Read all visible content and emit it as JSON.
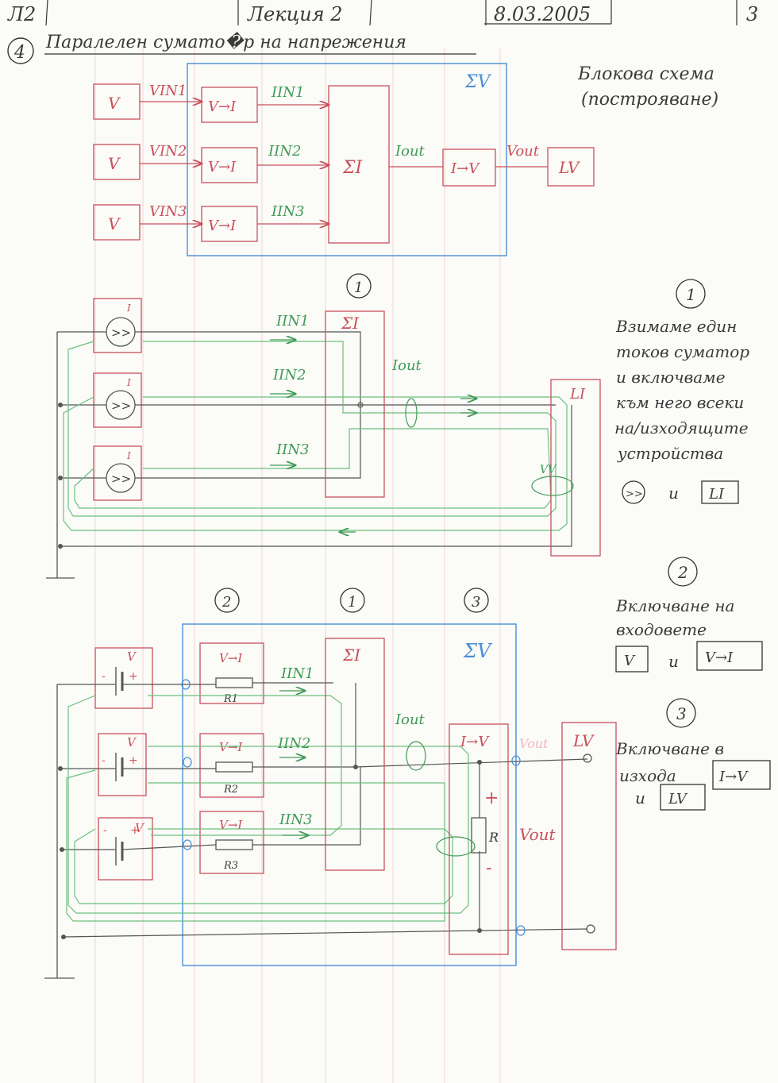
{
  "header": {
    "page_left": "Л2",
    "lecture": "Лекция 2",
    "date": "8.03.2005",
    "page_num": "3"
  },
  "title": {
    "number": "4",
    "text": "Паралелен сумато�р на напрежения"
  },
  "block_scheme_note": [
    "Блокова схема",
    "(построяване)"
  ],
  "diagram1": {
    "sigma_v": "ΣV",
    "sources": [
      "V",
      "V",
      "V"
    ],
    "inputs": [
      "VIN1",
      "VIN2",
      "VIN3"
    ],
    "converters": [
      "V→I",
      "V→I",
      "V→I"
    ],
    "currents": [
      "IIN1",
      "IIN2",
      "IIN3"
    ],
    "summer": "ΣI",
    "iout": "Iout",
    "out_conv": "I→V",
    "vout": "Vout",
    "load": "LV"
  },
  "diagram2": {
    "circle": "1",
    "src_tag": "I",
    "src_sym": ">>",
    "currents": [
      "IIN1",
      "IIN2",
      "IIN3"
    ],
    "summer": "ΣI",
    "iout": "Iout",
    "load": "LI",
    "vv": "VV"
  },
  "note1": {
    "num": "1",
    "lines": [
      "Взимаме един",
      "токов суматор",
      "и включваме",
      "към него всеки",
      "на/изходящите",
      "устройства"
    ],
    "sym1": ">>",
    "conj": "и",
    "sym2": "LI"
  },
  "diagram3": {
    "circles": [
      "2",
      "1",
      "3"
    ],
    "sigma_v": "ΣV",
    "sources": [
      "V",
      "V",
      "V"
    ],
    "converters": [
      "V→I",
      "V→I",
      "V→I"
    ],
    "resistors": [
      "R1",
      "R2",
      "R3"
    ],
    "currents": [
      "IIN1",
      "IIN2",
      "IIN3"
    ],
    "summer": "ΣI",
    "iout": "Iout",
    "out_conv": "I→V",
    "r": "R",
    "vout": "Vout",
    "vout_top": "Vout",
    "load": "LV",
    "plus": "+",
    "minus": "-"
  },
  "note2": {
    "num": "2",
    "lines": [
      "Включване на",
      "входовете"
    ],
    "box1": "V",
    "conj": "и",
    "box2": "V→I"
  },
  "note3": {
    "num": "3",
    "lines": [
      "Включване в",
      "изхода"
    ],
    "box1": "I→V",
    "conj": "и",
    "box2": "LV"
  }
}
